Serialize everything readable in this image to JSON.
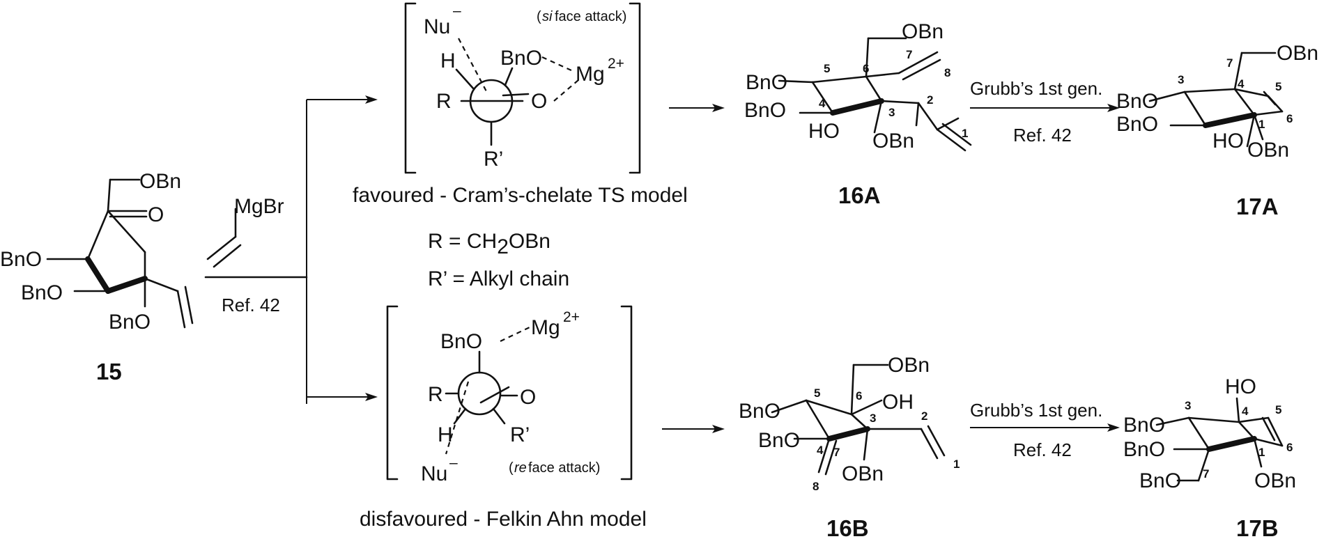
{
  "colors": {
    "ink": "#111111",
    "background": "#ffffff"
  },
  "start": {
    "label": "15",
    "groups": {
      "obn_top": "OBn",
      "ketone_o": "O",
      "bno_left": "BnO",
      "bno_mid": "BnO",
      "bno_bottom": "BnO"
    }
  },
  "reagent": {
    "name": "MgBr",
    "ref": "Ref. 42"
  },
  "ts_chelate": {
    "nu": "Nu",
    "nu_charge": "–",
    "face_a": "si",
    "face_b": " face attack)",
    "h": "H",
    "r": "R",
    "r_prime": "R’",
    "bno": "BnO",
    "mg": "Mg",
    "mg_charge": "2+",
    "o": "O",
    "caption": "favoured - Cram’s-chelate TS model"
  },
  "definitions": {
    "r_def": "R = CH",
    "r_sub": "2",
    "r_tail": "OBn",
    "rp_def": "R’ = Alkyl chain"
  },
  "ts_felkin": {
    "bno": "BnO",
    "mg": "Mg",
    "mg_charge": "2+",
    "r": "R",
    "o": "O",
    "h": "H",
    "r_prime": "R’",
    "nu": "Nu",
    "nu_charge": "–",
    "face_a": "re",
    "face_b": " face attack)",
    "caption": "disfavoured - Felkin Ahn model"
  },
  "p16A": {
    "label": "16A",
    "groups": {
      "obn_top": "OBn",
      "bno_5": "BnO",
      "bno_4": "BnO",
      "ho": "HO",
      "obn_3": "OBn"
    },
    "nums": [
      "5",
      "6",
      "7",
      "8",
      "4",
      "3",
      "2",
      "1"
    ]
  },
  "p16B": {
    "label": "16B",
    "groups": {
      "obn_top": "OBn",
      "bno_5": "BnO",
      "oh": "OH",
      "bno_4": "BnO",
      "obn_3": "OBn"
    },
    "nums": [
      "5",
      "6",
      "3",
      "2",
      "4",
      "7",
      "8",
      "1"
    ]
  },
  "rcm": {
    "reagent": "Grubb’s 1st gen.",
    "ref": "Ref. 42"
  },
  "p17A": {
    "label": "17A",
    "groups": {
      "obn_top": "OBn",
      "bno_3": "BnO",
      "bno_2": "BnO",
      "ho": "HO",
      "obn_1": "OBn"
    },
    "nums": [
      "7",
      "3",
      "4",
      "5",
      "6",
      "1"
    ]
  },
  "p17B": {
    "label": "17B",
    "groups": {
      "ho": "HO",
      "bno_3": "BnO",
      "bno_2": "BnO",
      "bno_7": "BnO",
      "obn_1": "OBn"
    },
    "nums": [
      "3",
      "4",
      "5",
      "6",
      "1",
      "7"
    ]
  }
}
